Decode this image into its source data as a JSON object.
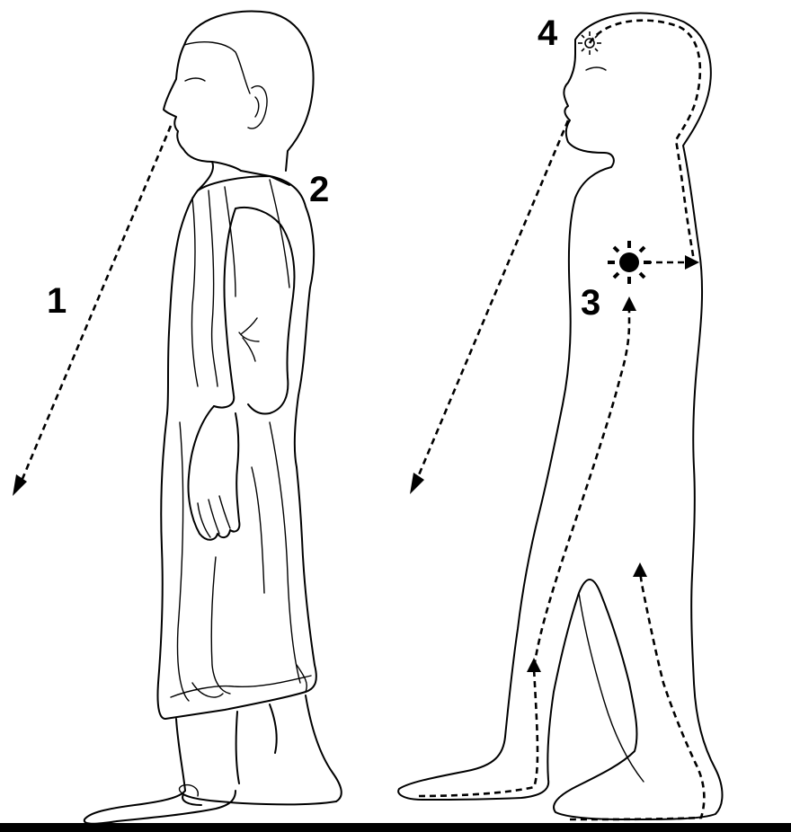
{
  "labels": {
    "one": "1",
    "two": "2",
    "three": "3",
    "four": "4"
  },
  "colors": {
    "ink": "#000000",
    "paper": "#ffffff"
  },
  "figures": {
    "left": "robed-walking-figure",
    "right": "outline-figure-with-energy-flow"
  }
}
